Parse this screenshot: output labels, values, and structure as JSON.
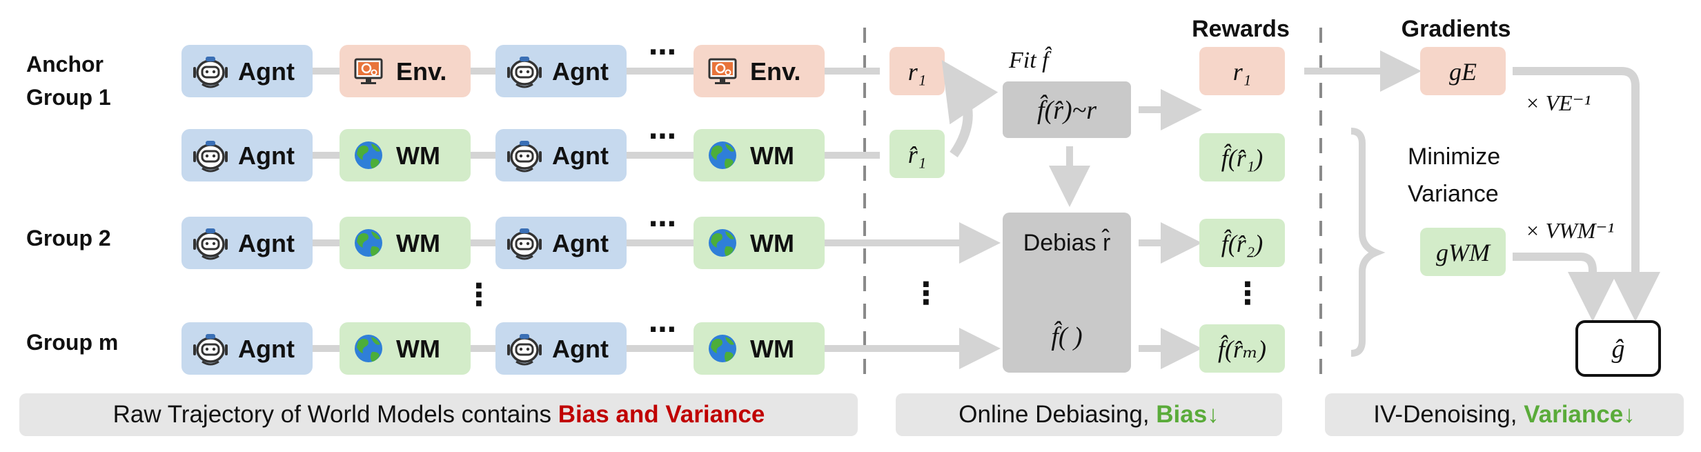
{
  "colors": {
    "agent_fill": "#c6d9ee",
    "env_fill": "#f6d6c9",
    "wm_fill": "#d3ecc9",
    "debias_fill": "#c9c9c9",
    "arrow": "#d4d4d4",
    "caption_bg": "#e6e6e6",
    "bias_red": "#c00000",
    "green_text": "#5aab3a"
  },
  "icons": {
    "agent": "robot-icon",
    "env": "computer-gear-icon",
    "wm": "globe-icon"
  },
  "rows": [
    {
      "label_line1": "Anchor",
      "label_line2": "Group 1",
      "boxes": [
        {
          "kind": "agent",
          "text": "Agnt"
        },
        {
          "kind": "env",
          "text": "Env."
        },
        {
          "kind": "agent",
          "text": "Agnt"
        },
        {
          "kind": "env",
          "text": "Env."
        }
      ],
      "ellipsis": "⋯"
    },
    {
      "label_line1": "",
      "label_line2": "",
      "boxes": [
        {
          "kind": "agent",
          "text": "Agnt"
        },
        {
          "kind": "wm",
          "text": "WM"
        },
        {
          "kind": "agent",
          "text": "Agnt"
        },
        {
          "kind": "wm",
          "text": "WM"
        }
      ],
      "ellipsis": "⋯"
    },
    {
      "label_line1": "Group 2",
      "label_line2": "",
      "boxes": [
        {
          "kind": "agent",
          "text": "Agnt"
        },
        {
          "kind": "wm",
          "text": "WM"
        },
        {
          "kind": "agent",
          "text": "Agnt"
        },
        {
          "kind": "wm",
          "text": "WM"
        }
      ],
      "ellipsis": "⋯"
    },
    {
      "label_line1": "Group m",
      "label_line2": "",
      "boxes": [
        {
          "kind": "agent",
          "text": "Agnt"
        },
        {
          "kind": "wm",
          "text": "WM"
        },
        {
          "kind": "agent",
          "text": "Agnt"
        },
        {
          "kind": "wm",
          "text": "WM"
        }
      ],
      "ellipsis": "⋯"
    }
  ],
  "middle": {
    "r1": "r₁",
    "rhat1": "r̂₁",
    "fit_label": "Fit f̂",
    "fit_box": "f̂(r̂)~r",
    "debias_label": "Debias r̂",
    "f_empty": "f̂( )",
    "vdots": "⋮"
  },
  "rewards": {
    "header": "Rewards",
    "items": [
      "r₁",
      "f̂(r̂₁)",
      "f̂(r̂₂)",
      "f̂(r̂ₘ)"
    ],
    "vdots": "⋮"
  },
  "gradients": {
    "header": "Gradients",
    "gE": "gE",
    "gWM": "gWM",
    "vE": "× VE⁻¹",
    "vWM": "× VWM⁻¹",
    "minimize_line1": "Minimize",
    "minimize_line2": "Variance",
    "ghat": "ĝ"
  },
  "captions": {
    "left_prefix": "Raw Trajectory of World Models contains ",
    "left_highlight": "Bias and Variance",
    "mid_prefix": "Online Debiasing, ",
    "mid_highlight": "Bias↓",
    "right_prefix": "IV-Denoising, ",
    "right_highlight": "Variance↓"
  },
  "row_vdots": "⋮"
}
